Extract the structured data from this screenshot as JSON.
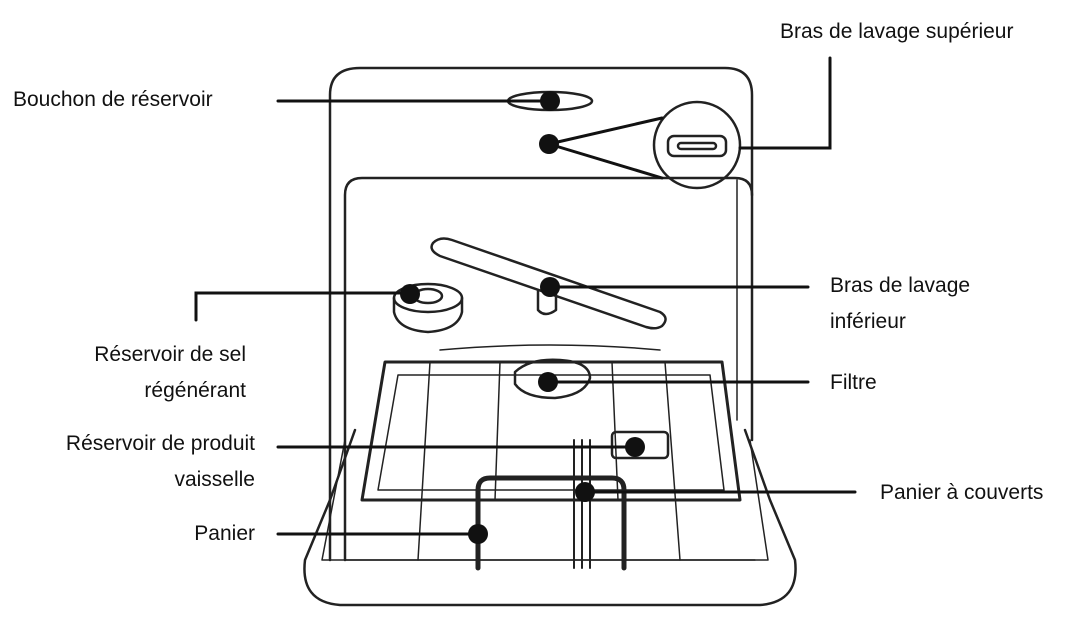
{
  "labels": {
    "bras_sup": "Bras de lavage supérieur",
    "bouchon": "Bouchon de réservoir",
    "bras_inf_1": "Bras de lavage",
    "bras_inf_2": "inférieur",
    "sel_1": "Réservoir de sel",
    "sel_2": "régénérant",
    "filtre": "Filtre",
    "produit_1": "Réservoir de produit",
    "produit_2": "vaisselle",
    "couverts": "Panier à couverts",
    "panier": "Panier"
  }
}
